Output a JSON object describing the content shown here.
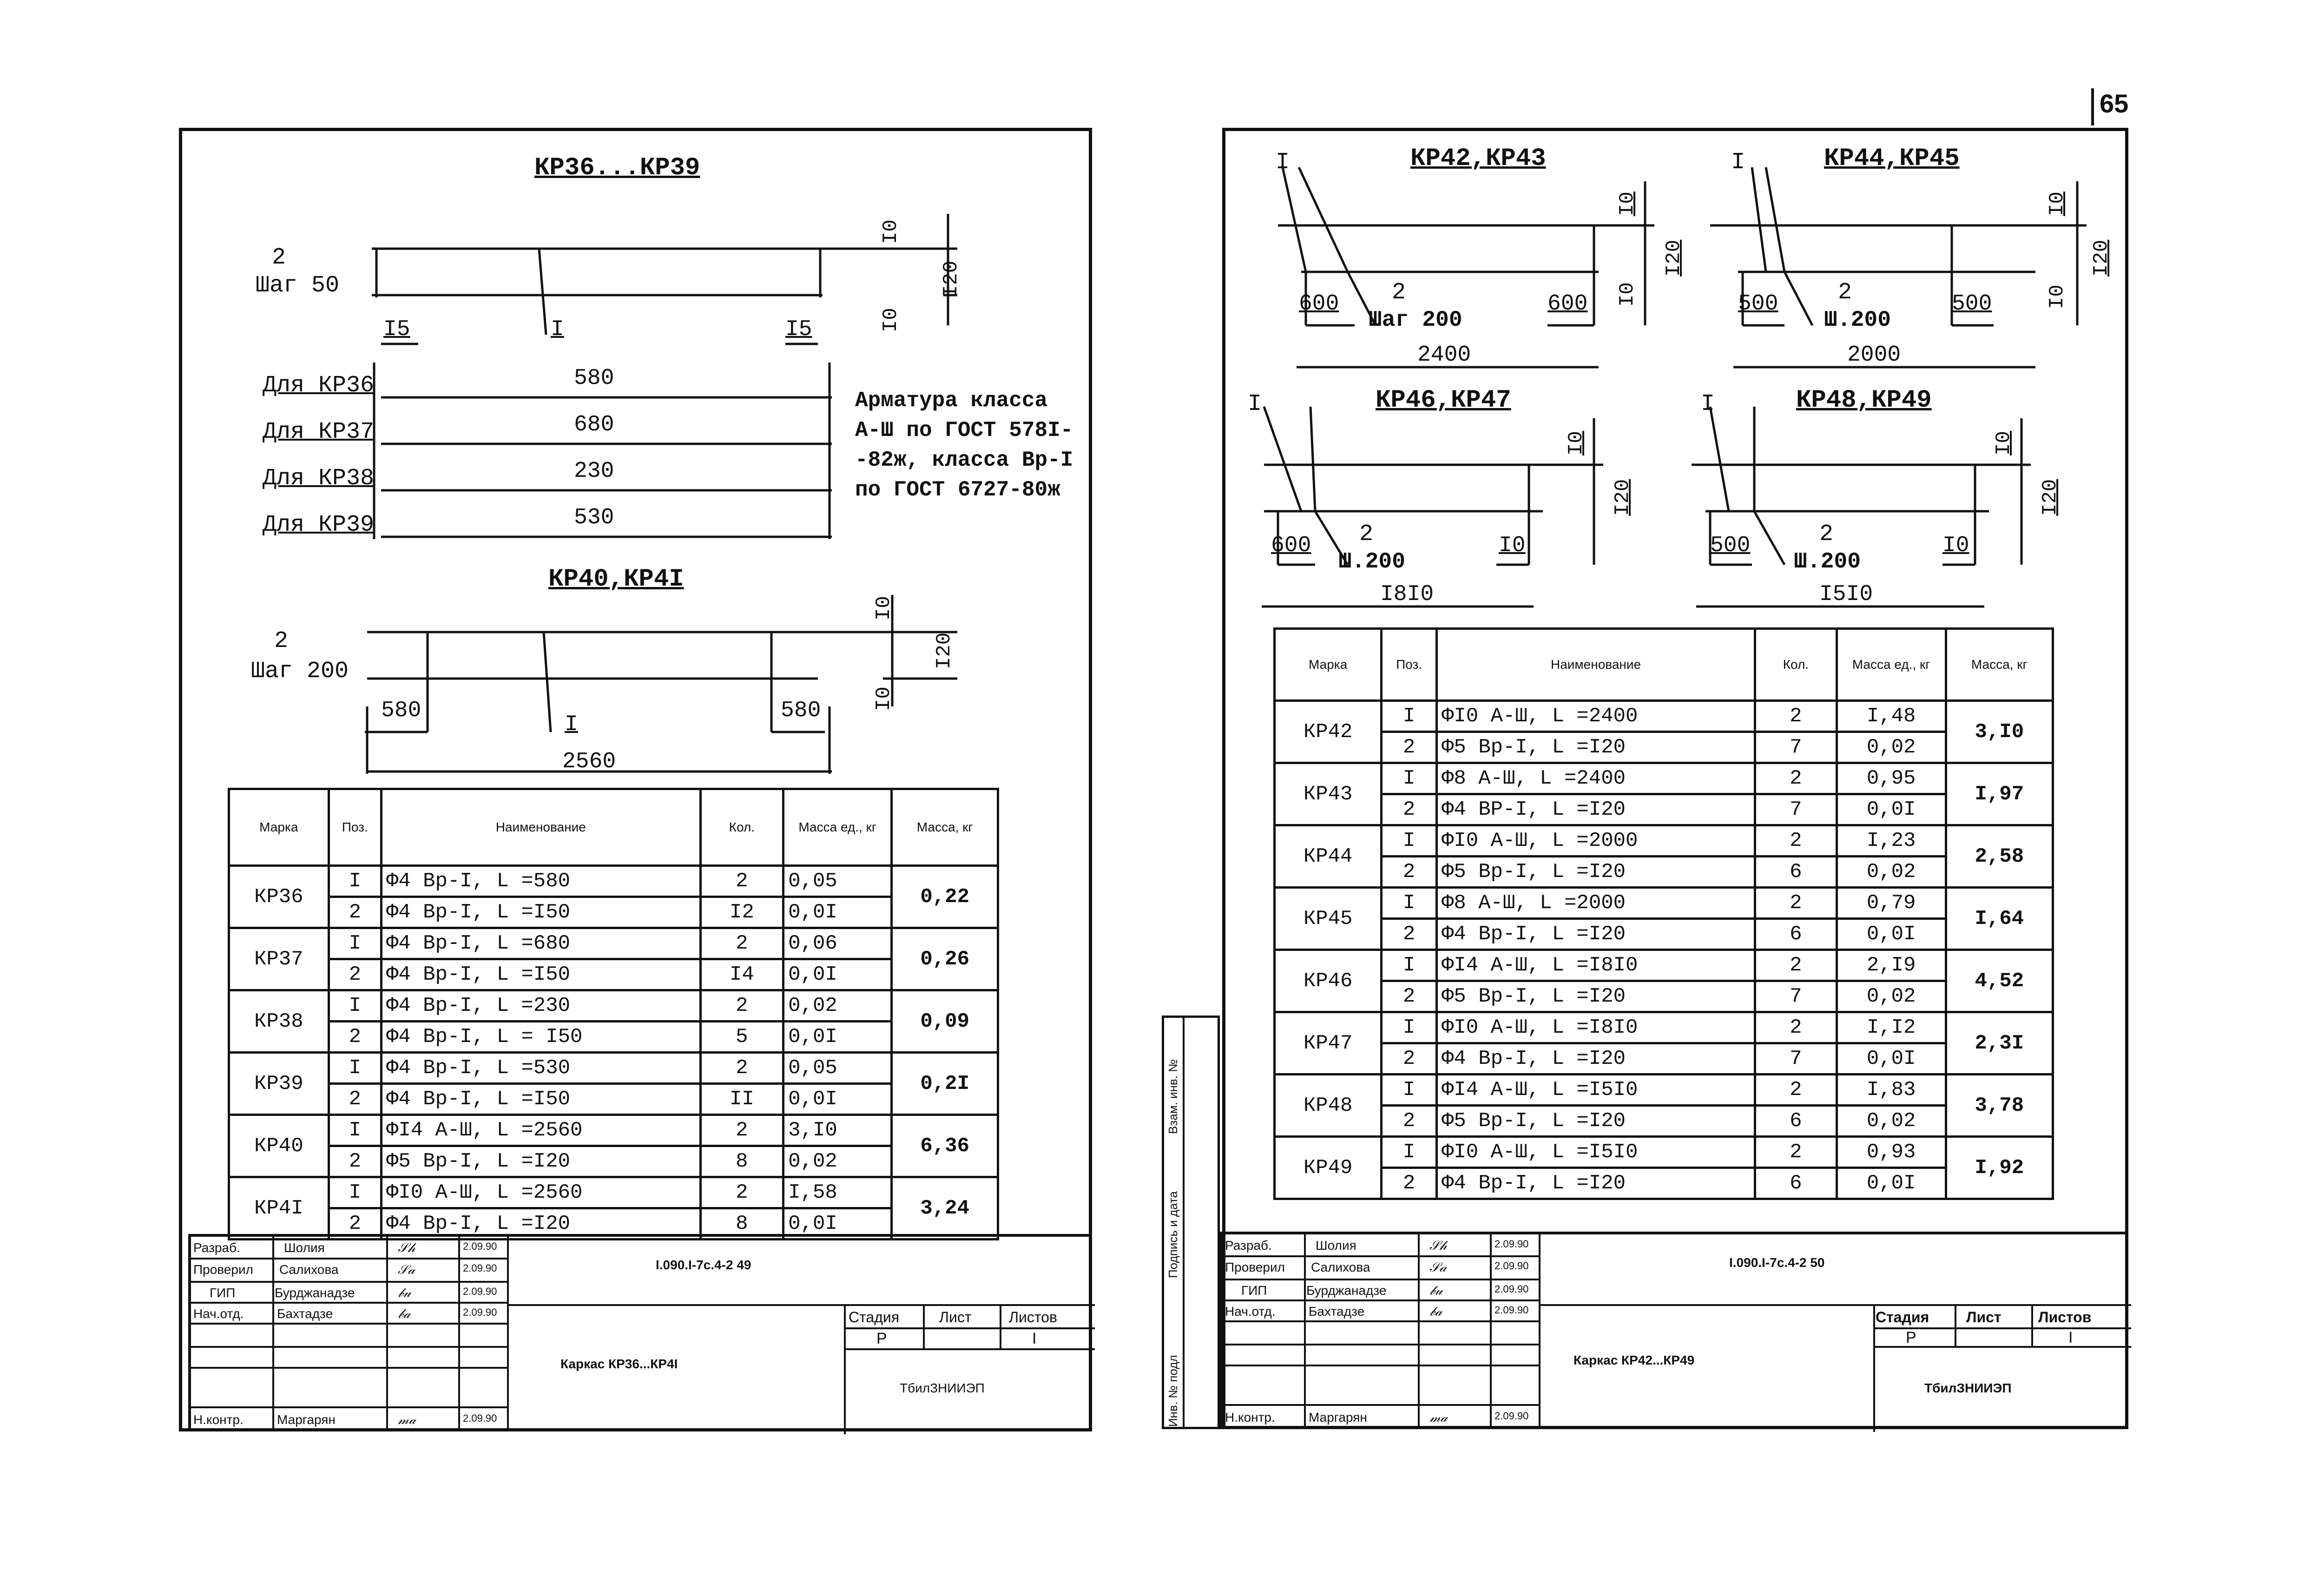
{
  "page_number": "65",
  "left": {
    "title_main": "КР36...КР39",
    "main_pos2": "2",
    "main_pitch": "Шаг 50",
    "dim_15a": "I5",
    "dim_15b": "I5",
    "pos1": "I",
    "dim_10a": "I0",
    "dim_120": "I20",
    "dim_10b": "I0",
    "variants": [
      {
        "label": "Для КР36",
        "length": "580"
      },
      {
        "label": "Для КР37",
        "length": "680"
      },
      {
        "label": "Для КР38",
        "length": "230"
      },
      {
        "label": "Для КР39",
        "length": "530"
      }
    ],
    "note": [
      "Арматура класса",
      "А-Ш по ГОСТ 578I-",
      "-82ж, класса Вр-I",
      "по ГОСТ 6727-80ж"
    ],
    "title_second": "КР40,КР4I",
    "second_pos2": "2",
    "second_pitch": "Шаг 200",
    "second_580a": "580",
    "second_580b": "580",
    "second_pos1": "I",
    "second_total": "2560",
    "second_10a": "I0",
    "second_120": "I20",
    "second_10b": "I0",
    "table": {
      "headers": [
        "Марка",
        "Поз.",
        "Наименование",
        "Кол.",
        "Масса ед., кг",
        "Масса, кг"
      ],
      "rows": [
        {
          "mark": "КР36",
          "total": "0,22",
          "items": [
            {
              "pos": "I",
              "name": "Ф4 Вр-I, L =580",
              "qty": "2",
              "unit": "0,05"
            },
            {
              "pos": "2",
              "name": "Ф4 Вр-I, L =I50",
              "qty": "I2",
              "unit": "0,0I"
            }
          ]
        },
        {
          "mark": "КР37",
          "total": "0,26",
          "items": [
            {
              "pos": "I",
              "name": "Ф4 Вр-I, L =680",
              "qty": "2",
              "unit": "0,06"
            },
            {
              "pos": "2",
              "name": "Ф4 Вр-I, L =I50",
              "qty": "I4",
              "unit": "0,0I"
            }
          ]
        },
        {
          "mark": "КР38",
          "total": "0,09",
          "items": [
            {
              "pos": "I",
              "name": "Ф4 Вр-I, L =230",
              "qty": "2",
              "unit": "0,02"
            },
            {
              "pos": "2",
              "name": "Ф4 Вр-I, L = I50",
              "qty": "5",
              "unit": "0,0I"
            }
          ]
        },
        {
          "mark": "КР39",
          "total": "0,2I",
          "items": [
            {
              "pos": "I",
              "name": "Ф4 Вр-I, L =530",
              "qty": "2",
              "unit": "0,05"
            },
            {
              "pos": "2",
              "name": "Ф4 Вр-I, L =I50",
              "qty": "II",
              "unit": "0,0I"
            }
          ]
        },
        {
          "mark": "КР40",
          "total": "6,36",
          "items": [
            {
              "pos": "I",
              "name": "ФI4 А-Ш, L =2560",
              "qty": "2",
              "unit": "3,I0"
            },
            {
              "pos": "2",
              "name": "Ф5 Вр-I, L =I20",
              "qty": "8",
              "unit": "0,02"
            }
          ]
        },
        {
          "mark": "КР4I",
          "total": "3,24",
          "items": [
            {
              "pos": "I",
              "name": "ФI0 А-Ш, L =2560",
              "qty": "2",
              "unit": "I,58"
            },
            {
              "pos": "2",
              "name": "Ф4 Вр-I, L =I20",
              "qty": "8",
              "unit": "0,0I"
            }
          ]
        }
      ]
    },
    "stamp": {
      "roles": [
        "Разраб.",
        "Проверил",
        "ГИП",
        "Нач.отд.",
        "",
        "",
        "Н.контр."
      ],
      "names": [
        "Шолия",
        "Салихова",
        "Бурджанадзе",
        "Бахтадзе",
        "",
        "",
        "Маргарян"
      ],
      "dates": [
        "2.09.90",
        "2.09.90",
        "2.09.90",
        "2.09.90",
        "",
        "",
        "2.09.90"
      ],
      "code": "I.090.I-7с.4-2 49",
      "sheet_title": "Каркас КР36...КР4I",
      "stage_label": "Стадия",
      "sheet_label": "Лист",
      "sheets_label": "Листов",
      "stage": "Р",
      "sheets": "I",
      "org": "ТбилЗНИИЭП"
    }
  },
  "right": {
    "blocks": [
      {
        "title": "КР42,КР43",
        "pos1": "I",
        "pos2": "2",
        "pitch": "Шаг 200",
        "end": "600",
        "total": "2400",
        "d10a": "I0",
        "d120": "I20",
        "d10b": "I0"
      },
      {
        "title": "КР44,КР45",
        "pos1": "I",
        "pos2": "2",
        "pitch": "Ш.200",
        "end": "500",
        "total": "2000",
        "d10a": "I0",
        "d120": "I20",
        "d10b": "I0"
      },
      {
        "title": "КР46,КР47",
        "pos1": "I",
        "pos2": "2",
        "pitch": "Ш.200",
        "end": "600",
        "total": "I8I0",
        "d10a": "I0",
        "d120": "I20",
        "d10b": "I0"
      },
      {
        "title": "КР48,КР49",
        "pos1": "I",
        "pos2": "2",
        "pitch": "Ш.200",
        "end": "500",
        "total": "I5I0",
        "d10a": "I0",
        "d120": "I20",
        "d10b": "I0"
      }
    ],
    "table": {
      "headers": [
        "Марка",
        "Поз.",
        "Наименование",
        "Кол.",
        "Масса ед., кг",
        "Масса, кг"
      ],
      "rows": [
        {
          "mark": "КР42",
          "total": "3,I0",
          "items": [
            {
              "pos": "I",
              "name": "ФI0 А-Ш, L =2400",
              "qty": "2",
              "unit": "I,48"
            },
            {
              "pos": "2",
              "name": "Ф5 Вр-I, L =I20",
              "qty": "7",
              "unit": "0,02"
            }
          ]
        },
        {
          "mark": "КР43",
          "total": "I,97",
          "items": [
            {
              "pos": "I",
              "name": "Ф8 А-Ш, L =2400",
              "qty": "2",
              "unit": "0,95"
            },
            {
              "pos": "2",
              "name": "Ф4 ВР-I, L =I20",
              "qty": "7",
              "unit": "0,0I"
            }
          ]
        },
        {
          "mark": "КР44",
          "total": "2,58",
          "items": [
            {
              "pos": "I",
              "name": "ФI0 А-Ш, L =2000",
              "qty": "2",
              "unit": "I,23"
            },
            {
              "pos": "2",
              "name": "Ф5 Вр-I, L =I20",
              "qty": "6",
              "unit": "0,02"
            }
          ]
        },
        {
          "mark": "КР45",
          "total": "I,64",
          "items": [
            {
              "pos": "I",
              "name": "Ф8 А-Ш, L =2000",
              "qty": "2",
              "unit": "0,79"
            },
            {
              "pos": "2",
              "name": "Ф4 Вр-I, L =I20",
              "qty": "6",
              "unit": "0,0I"
            }
          ]
        },
        {
          "mark": "КР46",
          "total": "4,52",
          "items": [
            {
              "pos": "I",
              "name": "ФI4 А-Ш, L =I8I0",
              "qty": "2",
              "unit": "2,I9"
            },
            {
              "pos": "2",
              "name": "Ф5 Вр-I, L =I20",
              "qty": "7",
              "unit": "0,02"
            }
          ]
        },
        {
          "mark": "КР47",
          "total": "2,3I",
          "items": [
            {
              "pos": "I",
              "name": "ФI0 А-Ш, L =I8I0",
              "qty": "2",
              "unit": "I,I2"
            },
            {
              "pos": "2",
              "name": "Ф4 Вр-I, L =I20",
              "qty": "7",
              "unit": "0,0I"
            }
          ]
        },
        {
          "mark": "КР48",
          "total": "3,78",
          "items": [
            {
              "pos": "I",
              "name": "ФI4 А-Ш, L =I5I0",
              "qty": "2",
              "unit": "I,83"
            },
            {
              "pos": "2",
              "name": "Ф5 Вр-I, L =I20",
              "qty": "6",
              "unit": "0,02"
            }
          ]
        },
        {
          "mark": "КР49",
          "total": "I,92",
          "items": [
            {
              "pos": "I",
              "name": "ФI0 А-Ш, L =I5I0",
              "qty": "2",
              "unit": "0,93"
            },
            {
              "pos": "2",
              "name": "Ф4 Вр-I, L =I20",
              "qty": "6",
              "unit": "0,0I"
            }
          ]
        }
      ]
    },
    "side_strip": [
      "Инв. № подл",
      "Подпись и дата",
      "Взам. инв. №"
    ],
    "stamp": {
      "roles": [
        "Разраб.",
        "Проверил",
        "ГИП",
        "Нач.отд.",
        "",
        "",
        "Н.контр."
      ],
      "names": [
        "Шолия",
        "Салихова",
        "Бурджанадзе",
        "Бахтадзе",
        "",
        "",
        "Маргарян"
      ],
      "dates": [
        "2.09.90",
        "2.09.90",
        "2.09.90",
        "2.09.90",
        "",
        "",
        "2.09.90"
      ],
      "code": "I.090.I-7с.4-2 50",
      "sheet_title": "Каркас КР42...КР49",
      "stage_label": "Стадия",
      "sheet_label": "Лист",
      "sheets_label": "Листов",
      "stage": "Р",
      "sheets": "I",
      "org": "ТбилЗНИИЭП"
    }
  }
}
